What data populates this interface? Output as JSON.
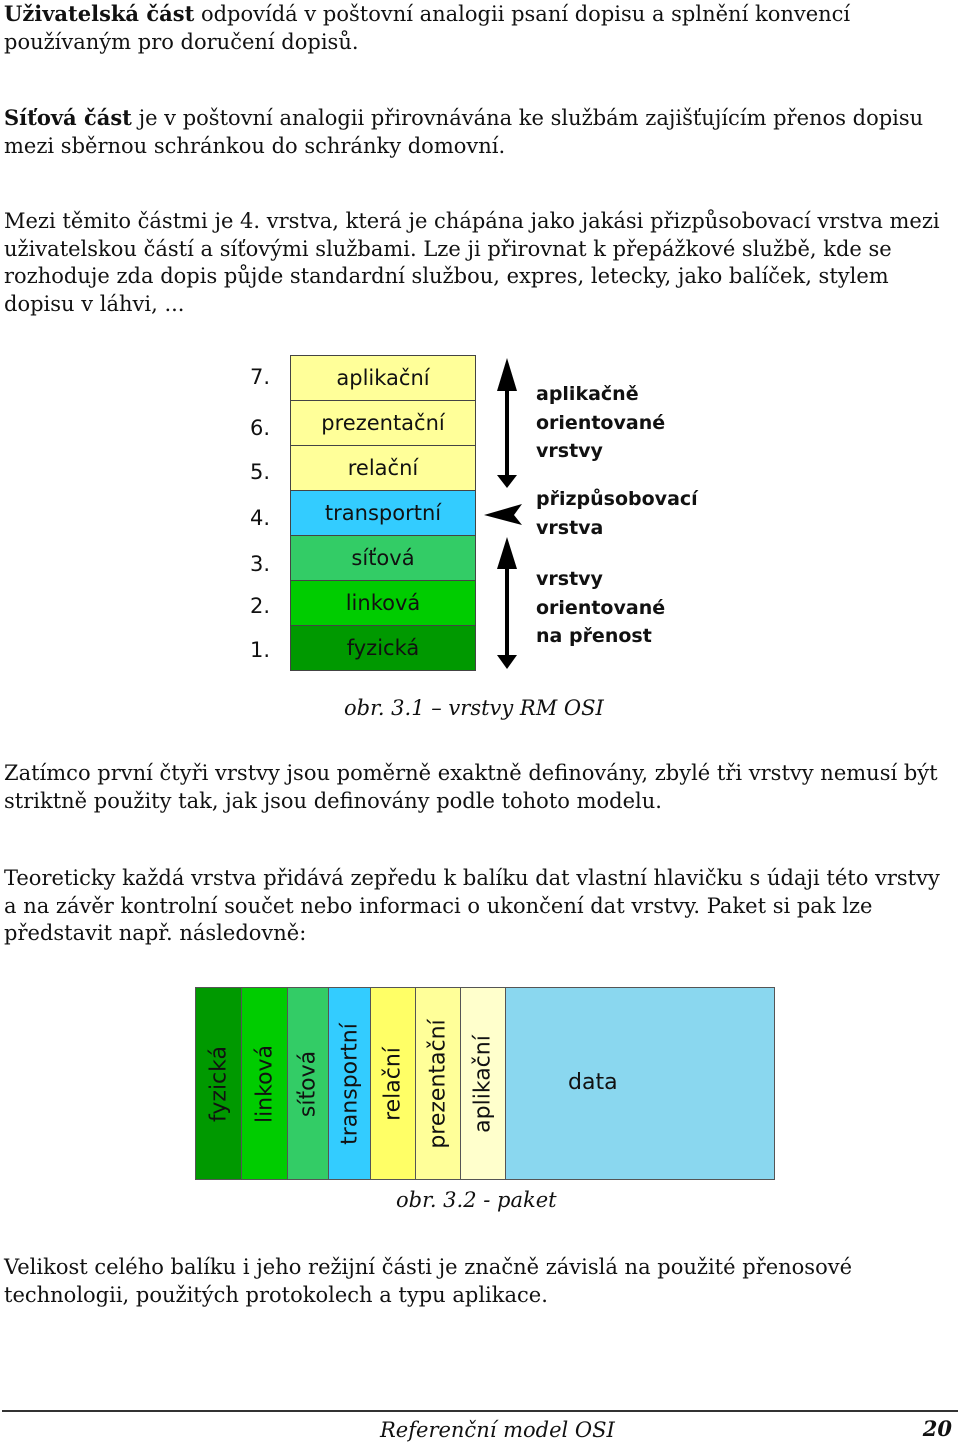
{
  "p1": {
    "bold": "Uživatelská část",
    "text": " odpovídá v poštovní analogii psaní dopisu a splnění konvencí používaným pro doručení dopisů."
  },
  "p2": {
    "bold": "Síťová část",
    "text": " je v poštovní analogii přirovnávána ke službám zajišťujícím přenos dopisu mezi sběrnou schránkou do schránky domovní."
  },
  "p3": {
    "text": "Mezi těmito částmi je 4. vrstva, která je chápána jako jakási přizpůsobovací vrstva mezi uživatelskou částí a síťovými službami. Lze ji přirovnat k přepážkové službě, kde se rozhoduje zda dopis půjde standardní službou, expres, letecky, jako balíček, stylem dopisu v láhvi, ..."
  },
  "figure1": {
    "caption": "obr. 3.1 – vrstvy RM OSI",
    "layers": [
      {
        "num": "7.",
        "label": "aplikační",
        "color": "#ffff99"
      },
      {
        "num": "6.",
        "label": "prezentační",
        "color": "#ffff99"
      },
      {
        "num": "5.",
        "label": "relační",
        "color": "#ffff99"
      },
      {
        "num": "4.",
        "label": "transportní",
        "color": "#33ccff"
      },
      {
        "num": "3.",
        "label": "síťová",
        "color": "#33cc66"
      },
      {
        "num": "2.",
        "label": "linková",
        "color": "#00cc00"
      },
      {
        "num": "1.",
        "label": "fyzická",
        "color": "#009900"
      }
    ],
    "side_top": [
      "aplikačně",
      "orientované",
      "vrstvy"
    ],
    "side_mid": [
      "přizpůsobovací",
      "vrstva"
    ],
    "side_bottom": [
      "vrstvy",
      "orientované",
      "na přenost"
    ]
  },
  "p4": {
    "text": "Zatímco první čtyři vrstvy jsou poměrně exaktně definovány, zbylé tři vrstvy nemusí být striktně použity tak, jak jsou definovány podle tohoto modelu."
  },
  "p5": {
    "text": "Teoreticky každá vrstva přidává zepředu k balíku dat vlastní hlavičku s údaji této vrstvy a na závěr kontrolní součet nebo informaci o ukončení dat vrstvy. Paket si pak lze představit např. následovně:"
  },
  "figure2": {
    "caption": "obr. 3.2 - paket",
    "segments": [
      {
        "label": "fyzická",
        "color": "#009900"
      },
      {
        "label": "linková",
        "color": "#00cc00"
      },
      {
        "label": "síťová",
        "color": "#33cc66"
      },
      {
        "label": "transportní",
        "color": "#33ccff"
      },
      {
        "label": "relační",
        "color": "#ffff66"
      },
      {
        "label": "prezentační",
        "color": "#ffff99"
      },
      {
        "label": "aplikační",
        "color": "#ffffcc"
      }
    ],
    "data_label": "data",
    "data_color": "#8ad7ef"
  },
  "p6": {
    "text": "Velikost celého balíku i jeho režijní části je značně závislá na použité přenosové technologii, použitých protokolech a typu aplikace."
  },
  "footer": {
    "title": "Referenční model OSI",
    "page": "20"
  }
}
